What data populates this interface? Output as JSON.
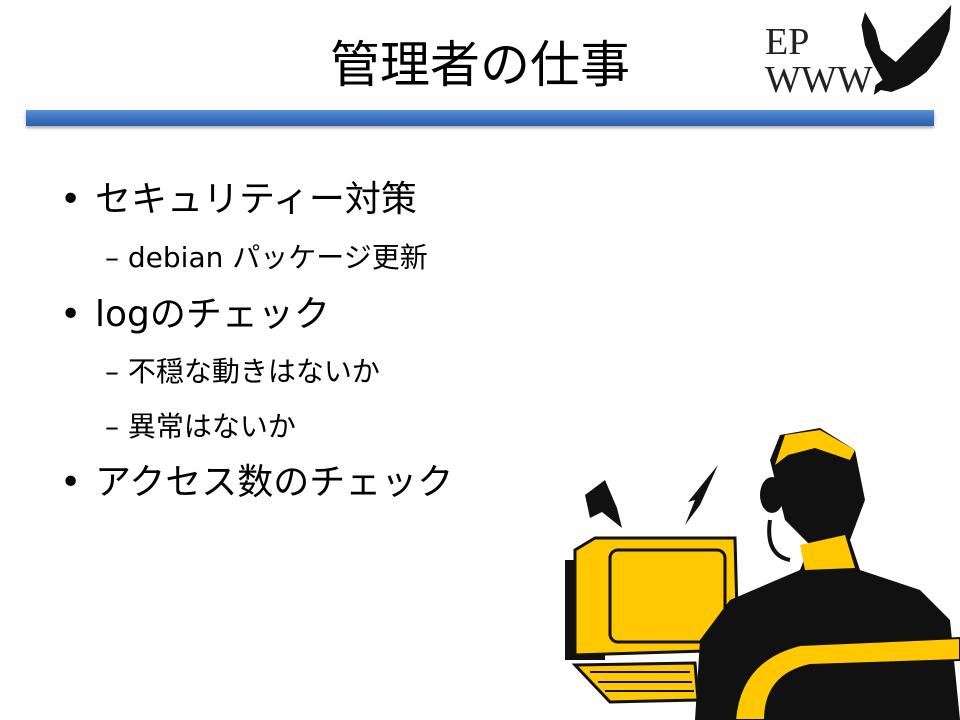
{
  "slide": {
    "title": "管理者の仕事",
    "logo": {
      "line1": "EP",
      "line2": "WWW"
    },
    "bullets": [
      {
        "marker": "•",
        "text": "セキュリティー対策",
        "sub": [
          {
            "marker": "–",
            "text": "debian パッケージ更新"
          }
        ]
      },
      {
        "marker": "•",
        "text": "logのチェック",
        "sub": [
          {
            "marker": "–",
            "text": "不穏な動きはないか"
          },
          {
            "marker": "–",
            "text": "異常はないか"
          }
        ]
      },
      {
        "marker": "•",
        "text": "アクセス数のチェック",
        "sub": []
      }
    ],
    "colors": {
      "accent_bar": "#3a6fbf",
      "clipart_yellow": "#FFC800"
    }
  }
}
